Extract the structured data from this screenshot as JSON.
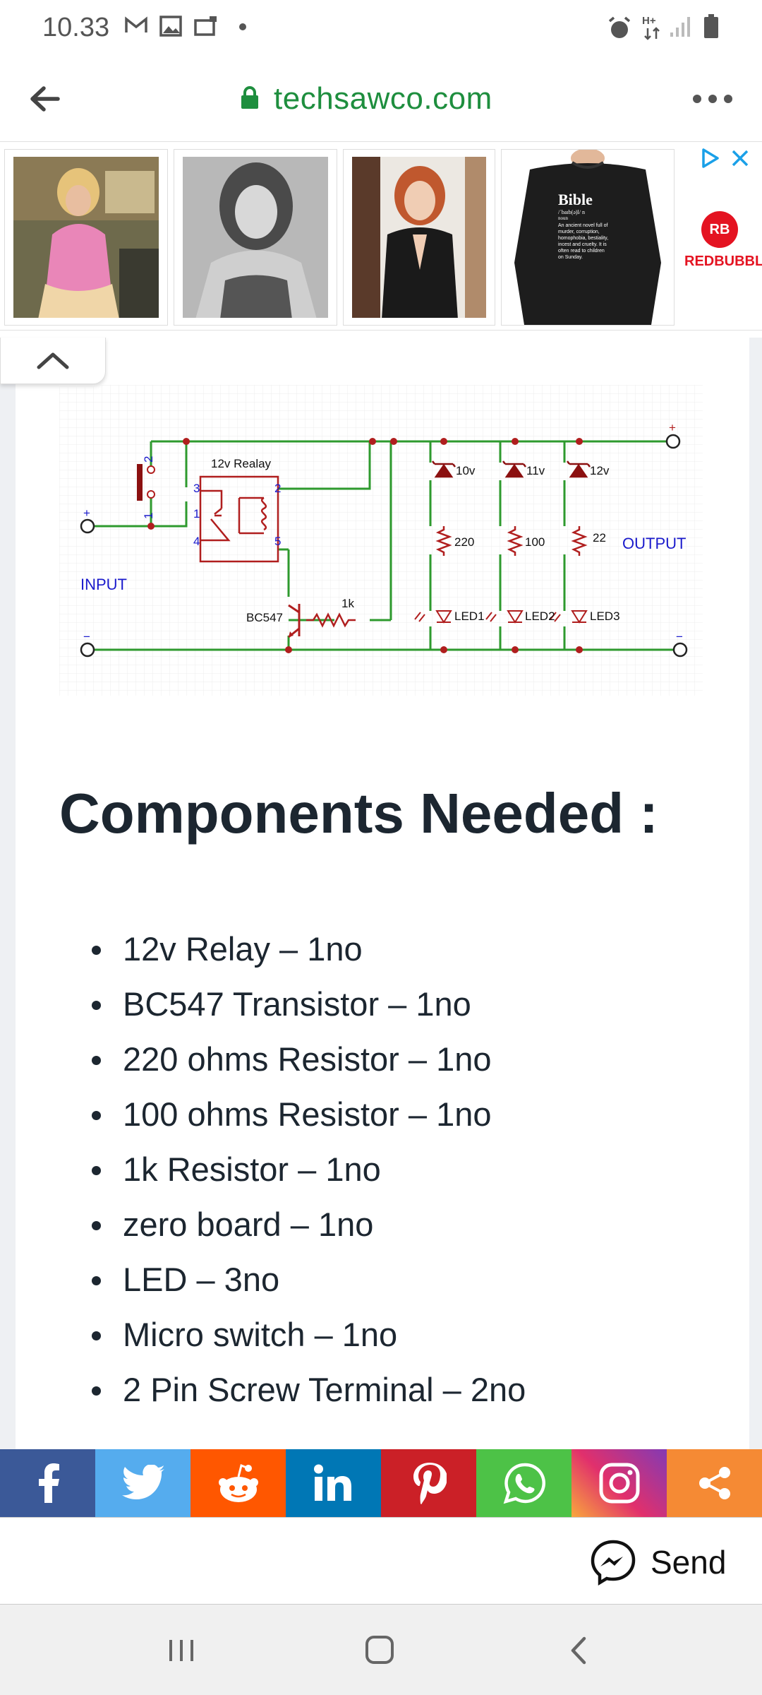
{
  "status_bar": {
    "time": "10.33",
    "left_icons": [
      "gmail-icon",
      "gallery-icon",
      "cast-icon",
      "dot-icon"
    ],
    "right_icons": [
      "alarm-icon",
      "data-hplus-icon",
      "signal-icon",
      "battery-icon"
    ]
  },
  "browser": {
    "url": "techsawco.com",
    "icons": [
      "back-arrow-icon",
      "lock-icon",
      "more-dots-icon"
    ]
  },
  "ad": {
    "brand": "REDBUBBLE",
    "brand_logo": "RB",
    "shirt_title": "Bible",
    "shirt_subtitle": "/ˈbaɪb(ə)l/ n",
    "shirt_pos": "noun",
    "shirt_text": [
      "An ancient novel full of",
      "murder, corruption,",
      "homophobia, bestiality,",
      "incest and cruelty. It is",
      "often read to children",
      "on Sunday."
    ],
    "icons": [
      "adchoices-icon",
      "close-icon"
    ]
  },
  "schematic": {
    "relay_label": "12v Realay",
    "transistor_label": "BC547",
    "base_resistor": "1k",
    "zeners": [
      "10v",
      "11v",
      "12v"
    ],
    "resistors": [
      "220",
      "100",
      "22"
    ],
    "leds": [
      "LED1",
      "LED2",
      "LED3"
    ],
    "input_label": "INPUT",
    "output_label": "OUTPUT",
    "pins": [
      "3",
      "2",
      "1",
      "4",
      "5"
    ],
    "switch_pins": [
      "2",
      "1"
    ],
    "plus": "+",
    "minus": "−"
  },
  "article": {
    "heading": "Components Needed :",
    "components": [
      "12v Relay – 1no",
      "BC547 Transistor – 1no",
      "220 ohms Resistor – 1no",
      "100 ohms Resistor – 1no",
      "1k Resistor – 1no",
      "zero board – 1no",
      "LED – 3no",
      "Micro switch – 1no",
      "2 Pin Screw Terminal – 2no"
    ]
  },
  "share_bar": {
    "buttons": [
      {
        "name": "facebook",
        "color": "#3b5998"
      },
      {
        "name": "twitter",
        "color": "#55acee"
      },
      {
        "name": "reddit",
        "color": "#ff5700"
      },
      {
        "name": "linkedin",
        "color": "#0077b5"
      },
      {
        "name": "pinterest",
        "color": "#cb2027"
      },
      {
        "name": "whatsapp",
        "color": "#4dc247"
      },
      {
        "name": "instagram",
        "color": "#c13584"
      },
      {
        "name": "share",
        "color": "#f58a34"
      }
    ]
  },
  "messenger": {
    "send_label": "Send"
  },
  "nav_bar": {
    "icons": [
      "recents-icon",
      "home-icon",
      "back-icon"
    ]
  }
}
